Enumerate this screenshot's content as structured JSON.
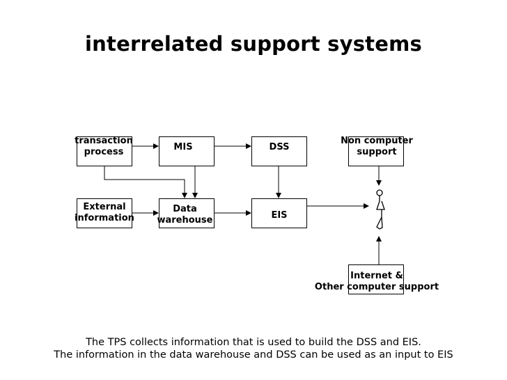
{
  "title": "interrelated support systems",
  "nodes": {
    "transaction": "transaction\nprocess",
    "mis": "MIS",
    "dss": "DSS",
    "noncomputer": "Non computer\nsupport",
    "external": "External\ninformation",
    "warehouse": "Data\nwarehouse",
    "eis": "EIS",
    "internet": "Internet &\nOther computer support"
  },
  "caption": {
    "line1": "The TPS collects information that is used to build the DSS and EIS.",
    "line2": "The information in the data warehouse and DSS can be used as an input to EIS"
  }
}
